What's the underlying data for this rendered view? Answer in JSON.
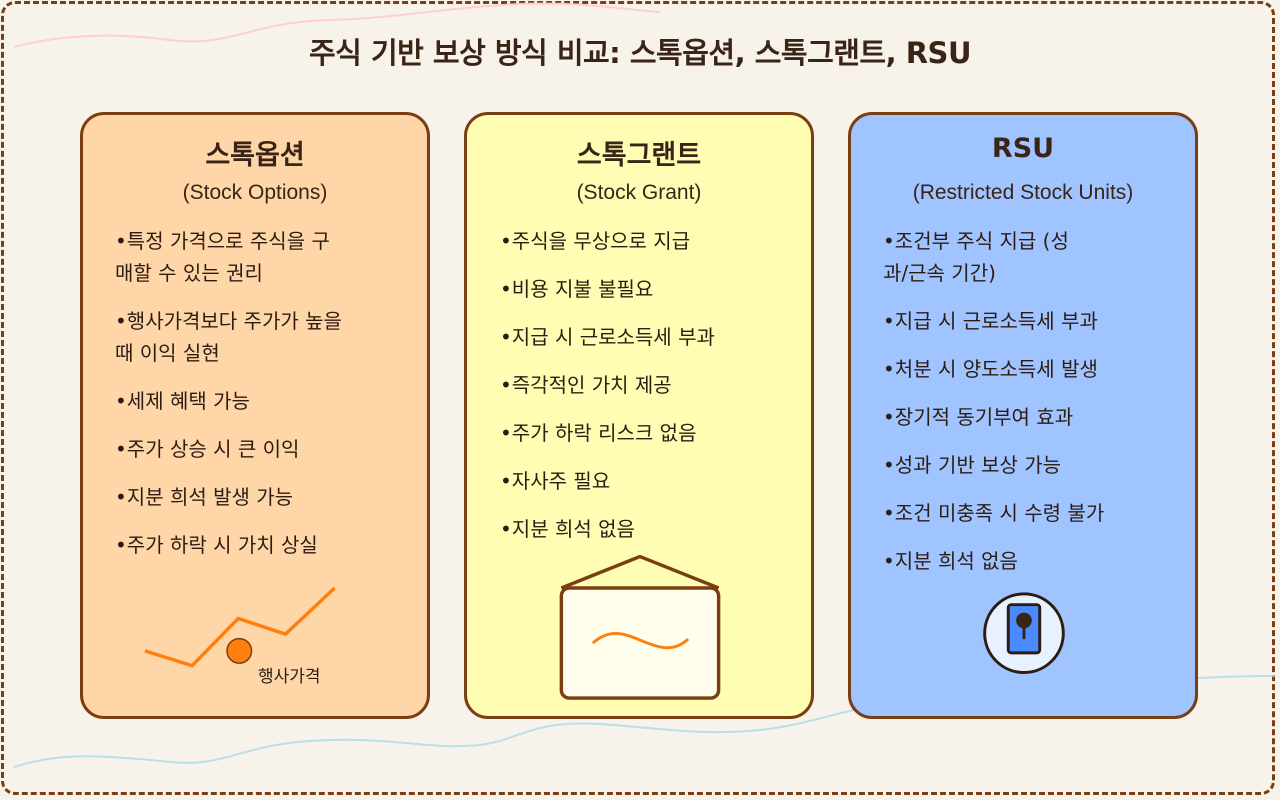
{
  "title": "주식 기반 보상 방식 비교: 스톡옵션, 스톡그랜트, RSU",
  "colors": {
    "background": "#f8f3ea",
    "border": "#7a3e12",
    "text": "#3a2418",
    "options_card": "#ffd6a8",
    "grant_card": "#fffdb3",
    "rsu_card": "#a0c4ff",
    "accent_orange": "#ff7f0e",
    "rsu_icon_blue": "#4a8cff"
  },
  "cards": [
    {
      "title": "스톡옵션",
      "subtitle": "(Stock Options)",
      "items": [
        "특정 가격으로 주식을 구매할 수 있는 권리",
        "행사가격보다 주가가 높을 때 이익 실현",
        "세제 혜택 가능",
        "주가 상승 시 큰 이익",
        "지분 희석 발생 가능",
        "주가 하락 시 가치 상실"
      ],
      "illustration": {
        "icon": "price-line-chart-icon",
        "label": "행사가격"
      }
    },
    {
      "title": "스톡그랜트",
      "subtitle": "(Stock Grant)",
      "items": [
        "주식을 무상으로 지급",
        "비용 지불 불필요",
        "지급 시 근로소득세 부과",
        "즉각적인 가치 제공",
        "주가 하락 리스크 없음",
        "자사주 필요",
        "지분 희석 없음"
      ],
      "illustration": {
        "icon": "gift-box-icon"
      }
    },
    {
      "title": "RSU",
      "subtitle": "(Restricted Stock Units)",
      "items": [
        "조건부 주식 지급 (성과/근속 기간)",
        "지급 시 근로소득세 부과",
        "처분 시 양도소득세 발생",
        "장기적 동기부여 효과",
        "성과 기반 보상 가능",
        "조건 미충족 시 수령 불가",
        "지분 희석 없음"
      ],
      "illustration": {
        "icon": "lock-icon"
      }
    }
  ]
}
